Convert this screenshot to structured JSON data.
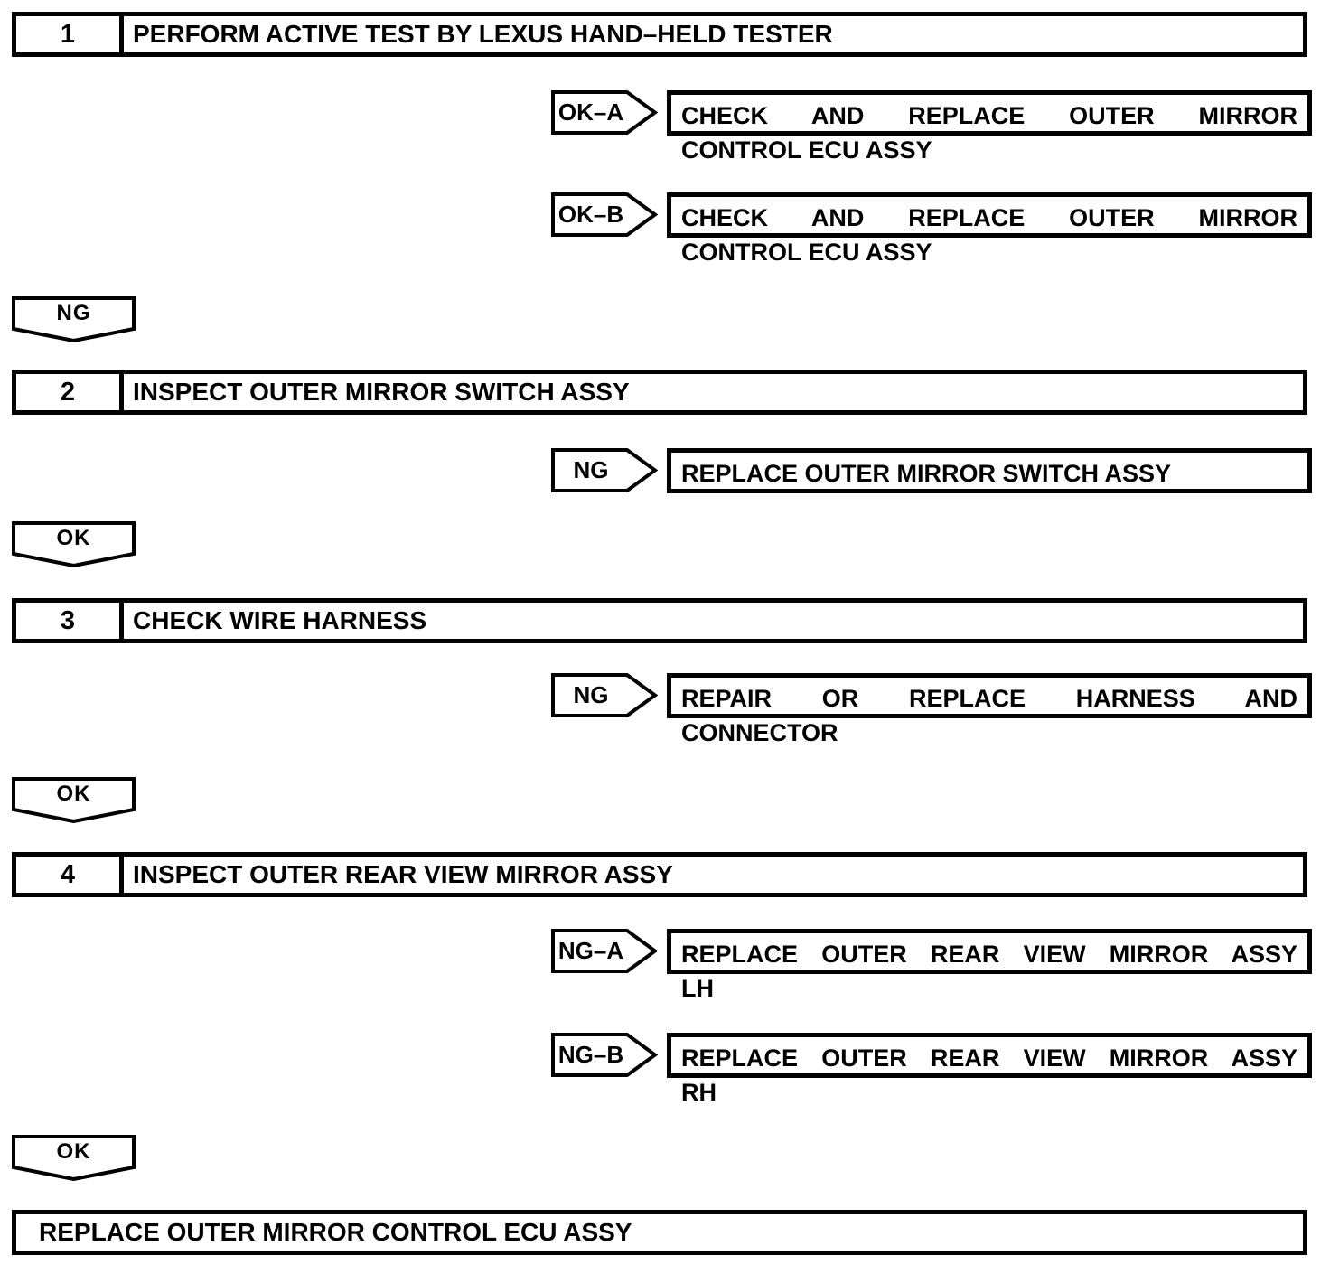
{
  "colors": {
    "ink": "#000000",
    "background": "#ffffff"
  },
  "flowchart": {
    "steps": [
      {
        "number": "1",
        "title": "PERFORM ACTIVE TEST BY LEXUS HAND–HELD TESTER",
        "branches": [
          {
            "label": "OK–A",
            "result_lines": [
              "CHECK AND REPLACE OUTER MIRROR",
              "CONTROL ECU ASSY"
            ]
          },
          {
            "label": "OK–B",
            "result_lines": [
              "CHECK AND REPLACE OUTER MIRROR",
              "CONTROL ECU ASSY"
            ]
          }
        ],
        "connector": "NG"
      },
      {
        "number": "2",
        "title": "INSPECT OUTER MIRROR SWITCH ASSY",
        "branches": [
          {
            "label": "NG",
            "result_lines": [
              "REPLACE OUTER MIRROR SWITCH ASSY"
            ]
          }
        ],
        "connector": "OK"
      },
      {
        "number": "3",
        "title": "CHECK WIRE HARNESS",
        "branches": [
          {
            "label": "NG",
            "result_lines": [
              "REPAIR OR REPLACE HARNESS AND",
              "CONNECTOR"
            ]
          }
        ],
        "connector": "OK"
      },
      {
        "number": "4",
        "title": "INSPECT OUTER REAR VIEW MIRROR ASSY",
        "branches": [
          {
            "label": "NG–A",
            "result_lines": [
              "REPLACE OUTER REAR VIEW MIRROR ASSY",
              "LH"
            ]
          },
          {
            "label": "NG–B",
            "result_lines": [
              "REPLACE OUTER REAR VIEW MIRROR ASSY",
              "RH"
            ]
          }
        ],
        "connector": "OK"
      }
    ],
    "final_action": "REPLACE OUTER MIRROR CONTROL ECU ASSY"
  }
}
